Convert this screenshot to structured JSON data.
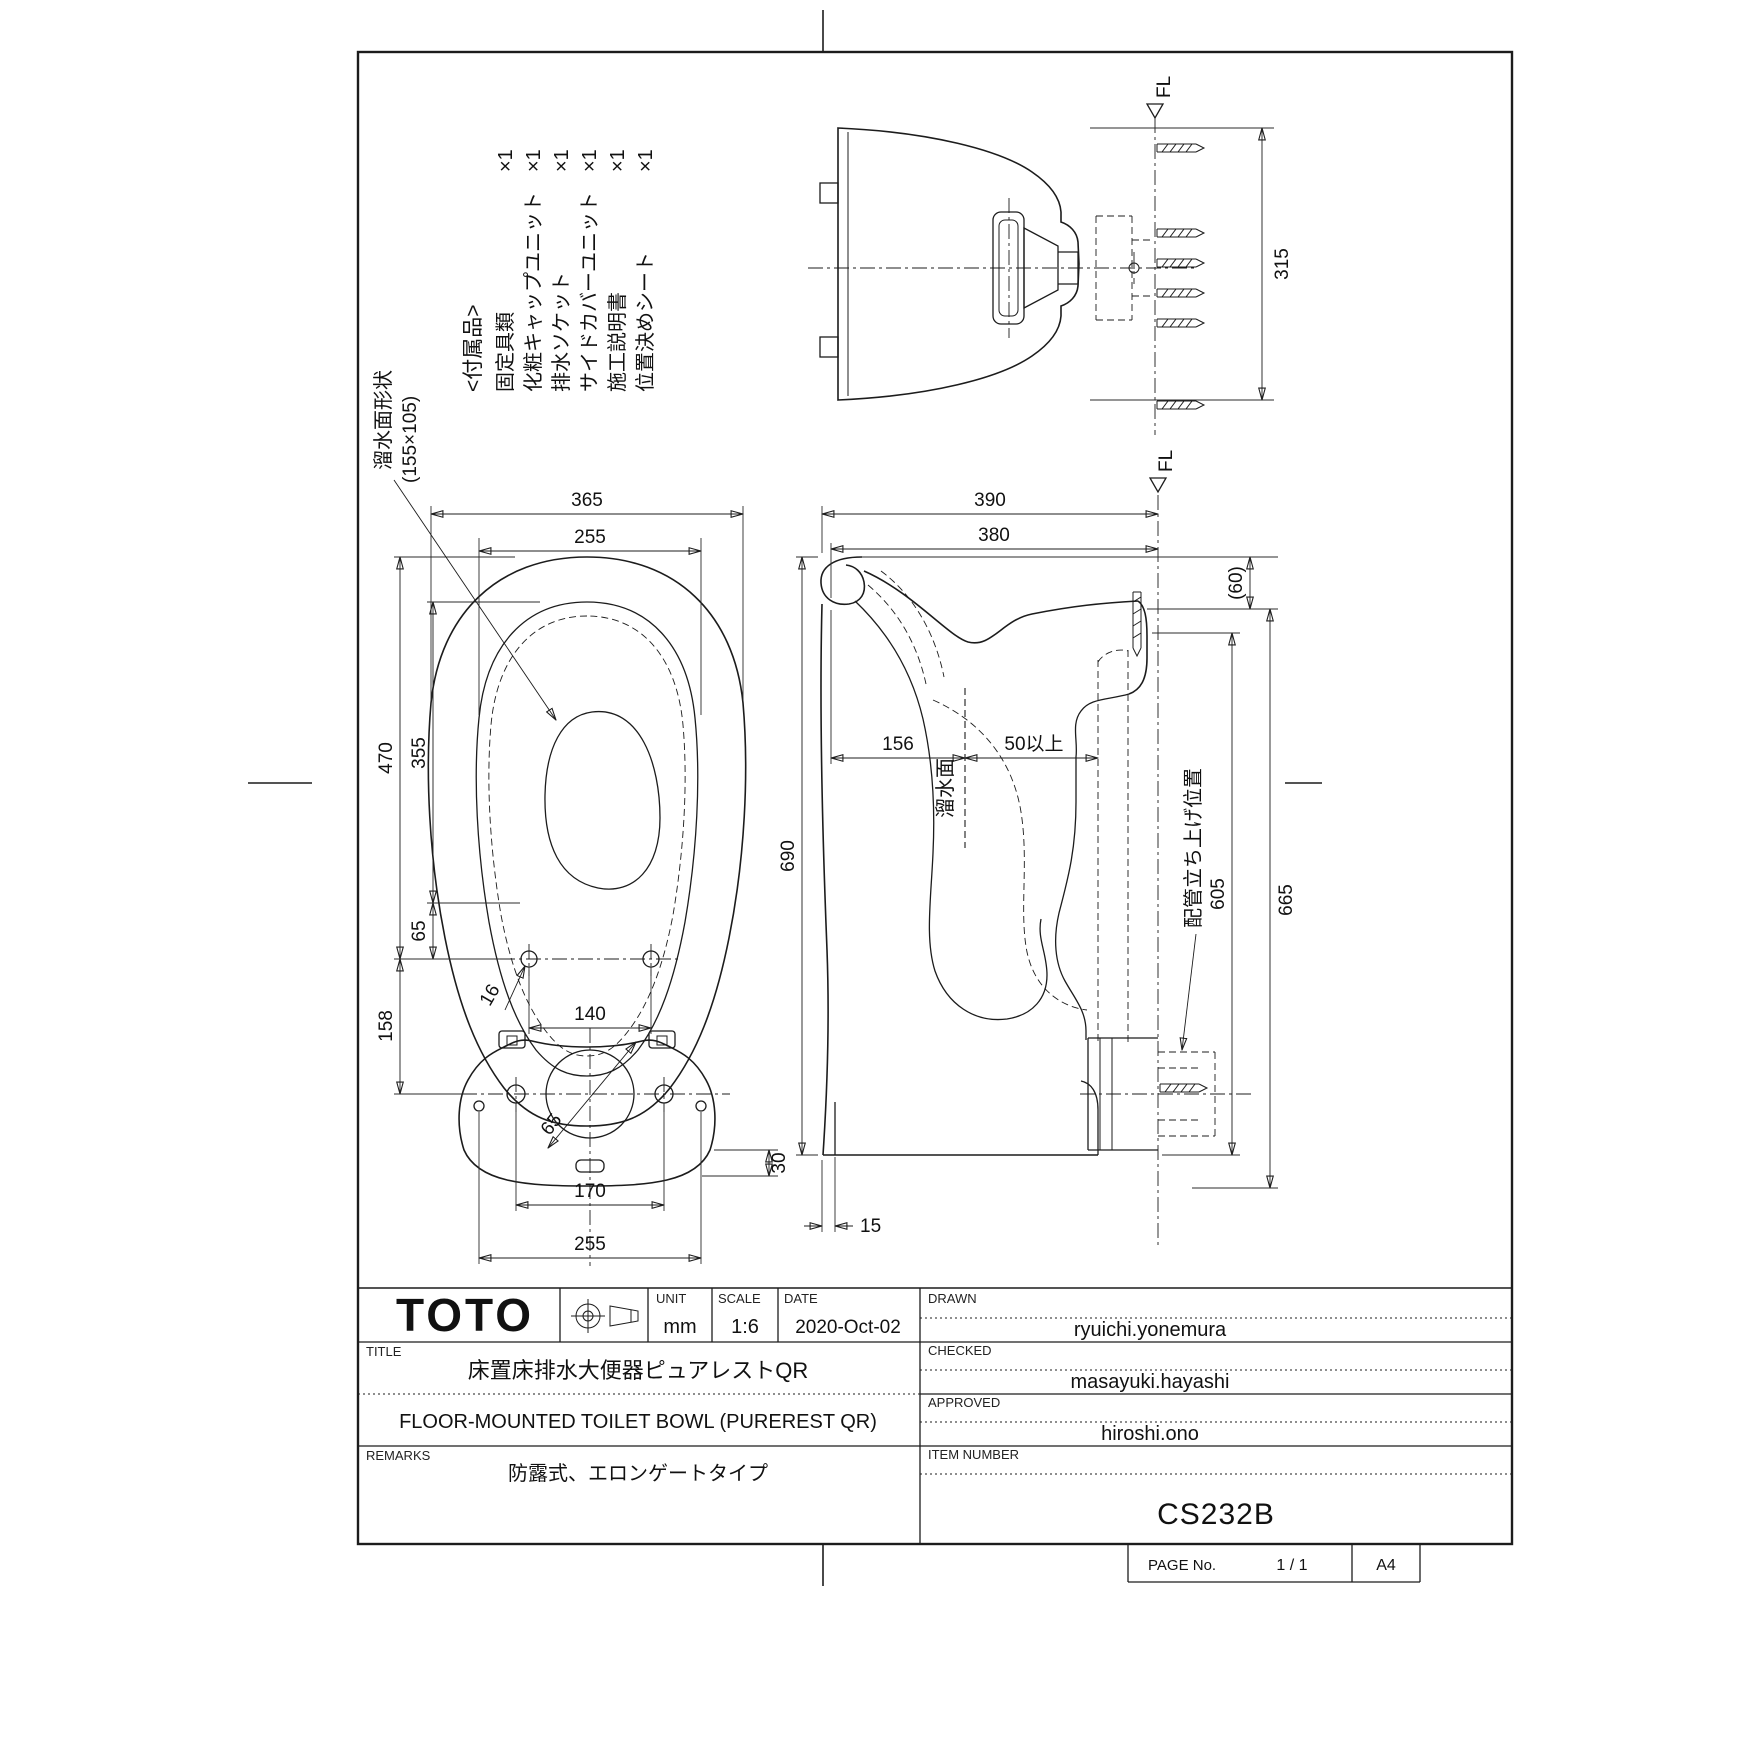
{
  "title_block": {
    "logo": "TOTO",
    "unit": {
      "label": "UNIT",
      "value": "mm"
    },
    "scale": {
      "label": "SCALE",
      "value": "1:6"
    },
    "date": {
      "label": "DATE",
      "value": "2020-Oct-02"
    },
    "drawn": {
      "label": "DRAWN",
      "value": "ryuichi.yonemura"
    },
    "checked": {
      "label": "CHECKED",
      "value": "masayuki.hayashi"
    },
    "approved": {
      "label": "APPROVED",
      "value": "hiroshi.ono"
    },
    "title": {
      "label": "TITLE",
      "jp": "床置床排水大便器ピュアレストQR",
      "en": "FLOOR-MOUNTED TOILET BOWL (PUREREST QR)"
    },
    "remarks": {
      "label": "REMARKS",
      "value": "防露式、エロンゲートタイプ"
    },
    "item": {
      "label": "ITEM NUMBER",
      "value": "CS232B"
    },
    "page": {
      "label": "PAGE No.",
      "value": "1 / 1",
      "size": "A4"
    }
  },
  "accessories": {
    "header": "<付属品>",
    "items": [
      {
        "name": "固定具類",
        "qty": "×1"
      },
      {
        "name": "化粧キャップユニット",
        "qty": "×1"
      },
      {
        "name": "排水ソケット",
        "qty": "×1"
      },
      {
        "name": "サイドカバーユニット",
        "qty": "×1"
      },
      {
        "name": "施工説明書",
        "qty": "×1"
      },
      {
        "name": "位置決めシート",
        "qty": "×1"
      }
    ]
  },
  "labels": {
    "fl": "FL",
    "water_surface": "溜水面",
    "water_shape": "溜水面形状",
    "water_shape_size": "(155×105)",
    "riser_position": "配管立ち上げ位置"
  },
  "dims": {
    "plan": {
      "outer_width": "365",
      "inner_width": "255",
      "length": "470",
      "inner_length": "355",
      "seat_offset": "65",
      "hole_dia": "16",
      "seat_hole_pitch": "140",
      "rear_length": "158",
      "drain_dia": "65",
      "bolt_pitch": "170",
      "base_width": "255",
      "lip_height": "30"
    },
    "side": {
      "height": "390",
      "rim_height": "380",
      "offset": "(60)",
      "water_depth": "156",
      "clearance": "50以上",
      "depth": "690",
      "rear_depth": "665",
      "riser_distance": "605",
      "front_gap": "15"
    },
    "rear": {
      "width": "315"
    }
  }
}
